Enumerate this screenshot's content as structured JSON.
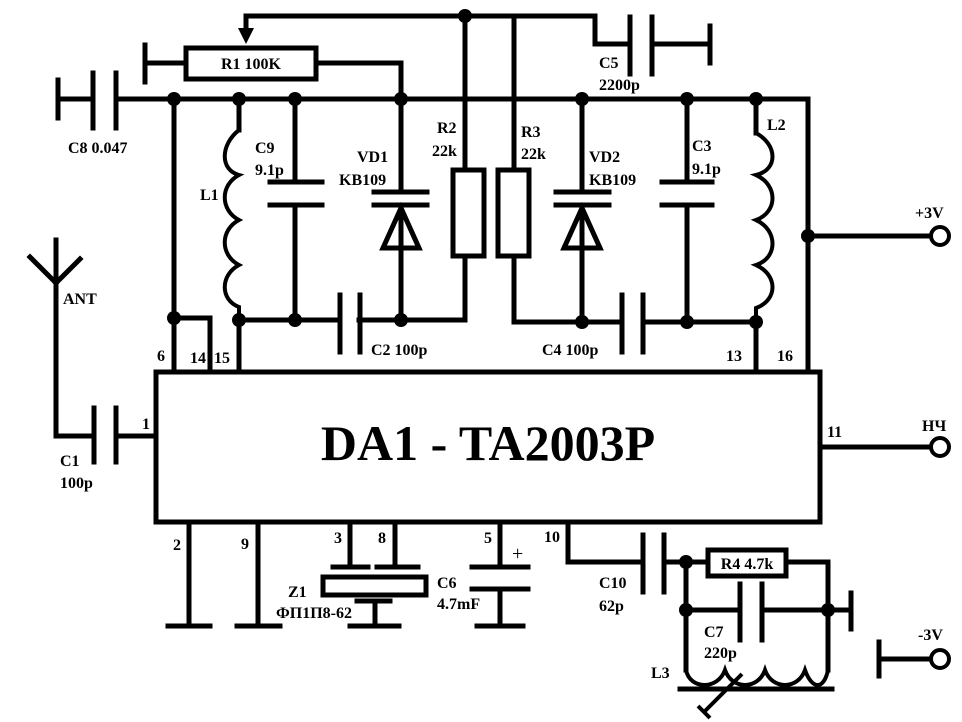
{
  "ic": {
    "title": "DA1 - TA2003P"
  },
  "pins": {
    "p1": "1",
    "p2": "2",
    "p3": "3",
    "p5": "5",
    "p6": "6",
    "p8": "8",
    "p9": "9",
    "p10": "10",
    "p11": "11",
    "p13": "13",
    "p14": "14",
    "p15": "15",
    "p16": "16"
  },
  "components": {
    "r1": {
      "ref": "R1",
      "value": "100K",
      "label": "R1 100K"
    },
    "r2": {
      "ref": "R2",
      "value": "22k"
    },
    "r3": {
      "ref": "R3",
      "value": "22k"
    },
    "r4": {
      "ref": "R4",
      "value": "4.7k",
      "label": "R4 4.7k"
    },
    "c1": {
      "ref": "C1",
      "value": "100p"
    },
    "c2": {
      "ref": "C2",
      "value": "100p",
      "label": "C2  100p"
    },
    "c3": {
      "ref": "C3",
      "value": "9.1p"
    },
    "c4": {
      "ref": "C4",
      "value": "100p",
      "label": "C4  100p"
    },
    "c5": {
      "ref": "C5",
      "value": "2200p"
    },
    "c6": {
      "ref": "C6",
      "value": "4.7mF",
      "polarity": "+"
    },
    "c7": {
      "ref": "C7",
      "value": "220p"
    },
    "c8": {
      "ref": "C8",
      "value": "0.047",
      "label": "C8  0.047"
    },
    "c9": {
      "ref": "C9",
      "value": "9.1p"
    },
    "c10": {
      "ref": "C10",
      "value": "62p"
    },
    "vd1": {
      "ref": "VD1",
      "value": "KB109"
    },
    "vd2": {
      "ref": "VD2",
      "value": "KB109"
    },
    "l1": {
      "ref": "L1"
    },
    "l2": {
      "ref": "L2"
    },
    "l3": {
      "ref": "L3"
    },
    "z1": {
      "ref": "Z1",
      "value": "ФП1П8-62"
    }
  },
  "terminals": {
    "ant": "ANT",
    "vplus": "+3V",
    "vminus": "-3V",
    "audio": "НЧ"
  }
}
